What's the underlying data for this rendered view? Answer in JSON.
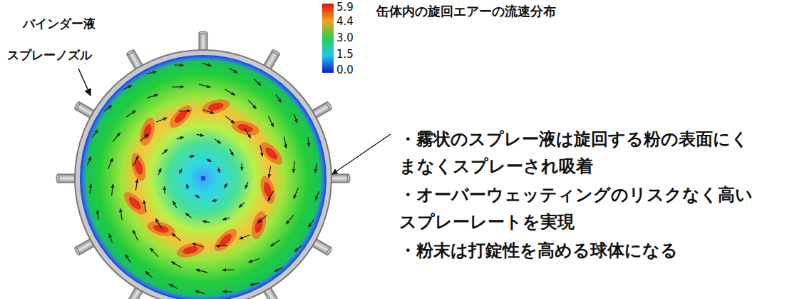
{
  "diagram": {
    "title": "缶体内の旋回エアーの流速分布",
    "labels": [
      "バインダー液",
      "スプレーノズル",
      "5.9",
      "4.4",
      "3.0",
      "1.5",
      "0.0",
      "・霧状のスプレー液は旋回する粉の表面にく まなくスプレーされ吸着",
      "・オーバーウェッティングのリスクなく高い スプレーレートを実現",
      "・粉末は打錠性を高める球体になる"
    ]
  }
}
